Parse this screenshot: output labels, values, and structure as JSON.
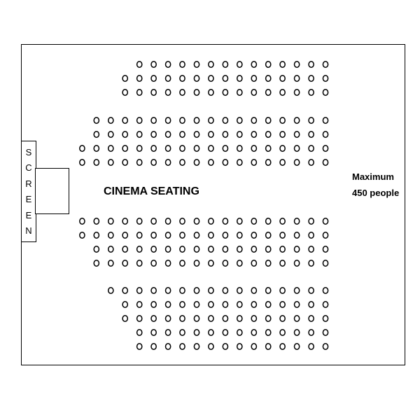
{
  "title": "CINEMA SEATING",
  "capacity": {
    "line1": "Maximum",
    "line2": "450 people"
  },
  "screen_letters": [
    "S",
    "C",
    "R",
    "E",
    "E",
    "N"
  ],
  "seat_glyph": "O",
  "seat_rows": [
    {
      "block": 1,
      "seat_count": 14
    },
    {
      "block": 1,
      "seat_count": 15
    },
    {
      "block": 1,
      "seat_count": 15
    },
    {
      "block": 2,
      "seat_count": 17
    },
    {
      "block": 2,
      "seat_count": 17
    },
    {
      "block": 2,
      "seat_count": 18
    },
    {
      "block": 2,
      "seat_count": 18
    },
    {
      "block": 3,
      "seat_count": 18
    },
    {
      "block": 3,
      "seat_count": 18
    },
    {
      "block": 3,
      "seat_count": 17
    },
    {
      "block": 3,
      "seat_count": 17
    },
    {
      "block": 4,
      "seat_count": 16
    },
    {
      "block": 4,
      "seat_count": 15
    },
    {
      "block": 4,
      "seat_count": 15
    },
    {
      "block": 4,
      "seat_count": 14
    },
    {
      "block": 4,
      "seat_count": 14
    }
  ]
}
